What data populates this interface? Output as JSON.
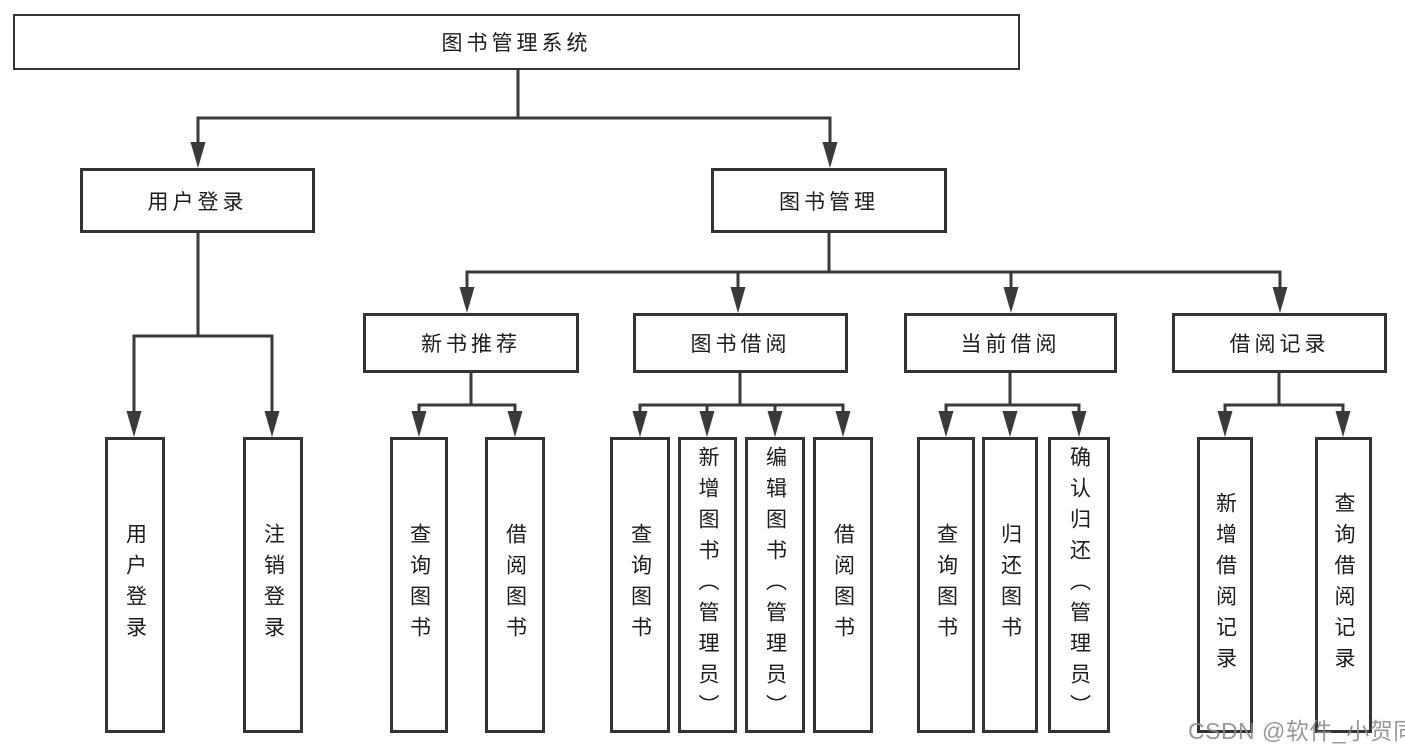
{
  "tree": {
    "root": {
      "label": "图书管理系统"
    },
    "login": {
      "label": "用户登录",
      "children": [
        {
          "label": "用户登录"
        },
        {
          "label": "注销登录"
        }
      ]
    },
    "mgmt": {
      "label": "图书管理",
      "groups": [
        {
          "label": "新书推荐",
          "children": [
            {
              "label": "查询图书"
            },
            {
              "label": "借阅图书"
            }
          ]
        },
        {
          "label": "图书借阅",
          "children": [
            {
              "label": "查询图书"
            },
            {
              "label": "新增图书（管理员）"
            },
            {
              "label": "编辑图书（管理员）"
            },
            {
              "label": "借阅图书"
            }
          ]
        },
        {
          "label": "当前借阅",
          "children": [
            {
              "label": "查询图书"
            },
            {
              "label": "归还图书"
            },
            {
              "label": "确认归还（管理员）"
            }
          ]
        },
        {
          "label": "借阅记录",
          "children": [
            {
              "label": "新增借阅记录"
            },
            {
              "label": "查询借阅记录"
            }
          ]
        }
      ]
    }
  },
  "watermark": {
    "text": "CSDN @软件_小贺同学"
  },
  "colors": {
    "line": "#3a3a3a",
    "box_border": "#333333",
    "text": "#1c1c1c",
    "watermark": "#8a8a8a",
    "background": "#ffffff"
  }
}
